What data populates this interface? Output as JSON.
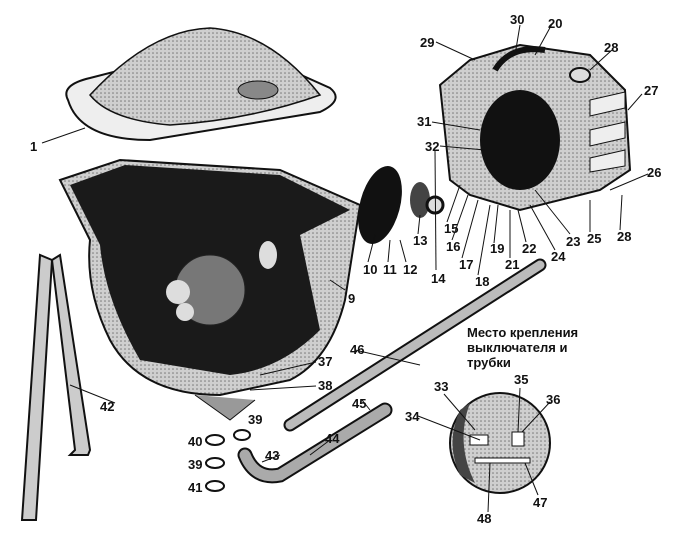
{
  "caption": {
    "line1": "Место крепления",
    "line2": "выключателя и",
    "line3": "трубки"
  },
  "labels": [
    "1",
    "9",
    "10",
    "11",
    "12",
    "13",
    "14",
    "15",
    "16",
    "17",
    "18",
    "19",
    "20",
    "21",
    "22",
    "23",
    "24",
    "25",
    "26",
    "27",
    "28",
    "28",
    "29",
    "30",
    "31",
    "32",
    "33",
    "34",
    "35",
    "36",
    "37",
    "38",
    "39",
    "39",
    "40",
    "41",
    "42",
    "43",
    "44",
    "45",
    "46",
    "47",
    "48"
  ],
  "colors": {
    "ink": "#111111",
    "shade": "#9a9a9a",
    "light": "#d8d8d8"
  }
}
